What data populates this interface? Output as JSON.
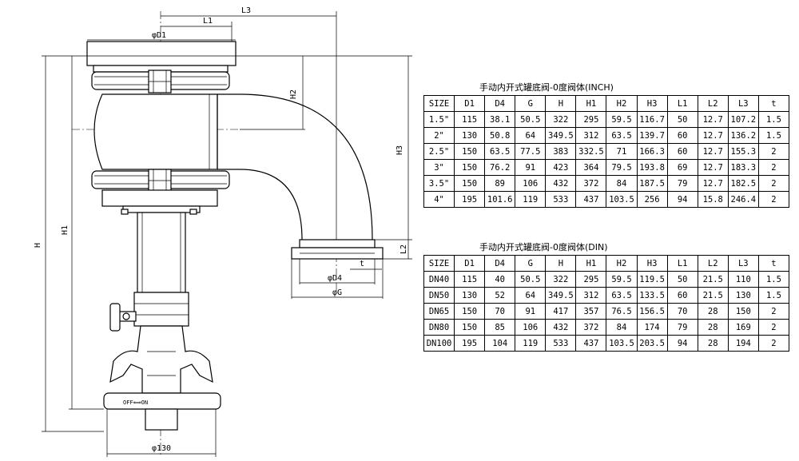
{
  "drawing": {
    "dims": {
      "L3": "L3",
      "L1": "L1",
      "D1": "φD1",
      "H2": "H2",
      "H3": "H3",
      "H": "H",
      "H1": "H1",
      "L2": "L2",
      "t": "t",
      "D4": "φD4",
      "G": "φG",
      "D130": "φ130"
    },
    "handwheel_marks": "OFF⟺ON"
  },
  "inch_table": {
    "title": "手动内开式罐底阀-0度阀体(INCH)",
    "headers": [
      "SIZE",
      "D1",
      "D4",
      "G",
      "H",
      "H1",
      "H2",
      "H3",
      "L1",
      "L2",
      "L3",
      "t"
    ],
    "rows": [
      [
        "1.5\"",
        "115",
        "38.1",
        "50.5",
        "322",
        "295",
        "59.5",
        "116.7",
        "50",
        "12.7",
        "107.2",
        "1.5"
      ],
      [
        "2\"",
        "130",
        "50.8",
        "64",
        "349.5",
        "312",
        "63.5",
        "139.7",
        "60",
        "12.7",
        "136.2",
        "1.5"
      ],
      [
        "2.5\"",
        "150",
        "63.5",
        "77.5",
        "383",
        "332.5",
        "71",
        "166.3",
        "60",
        "12.7",
        "155.3",
        "2"
      ],
      [
        "3\"",
        "150",
        "76.2",
        "91",
        "423",
        "364",
        "79.5",
        "193.8",
        "69",
        "12.7",
        "183.3",
        "2"
      ],
      [
        "3.5\"",
        "150",
        "89",
        "106",
        "432",
        "372",
        "84",
        "187.5",
        "79",
        "12.7",
        "182.5",
        "2"
      ],
      [
        "4\"",
        "195",
        "101.6",
        "119",
        "533",
        "437",
        "103.5",
        "256",
        "94",
        "15.8",
        "246.4",
        "2"
      ]
    ]
  },
  "din_table": {
    "title": "手动内开式罐底阀-0度阀体(DIN)",
    "headers": [
      "SIZE",
      "D1",
      "D4",
      "G",
      "H",
      "H1",
      "H2",
      "H3",
      "L1",
      "L2",
      "L3",
      "t"
    ],
    "rows": [
      [
        "DN40",
        "115",
        "40",
        "50.5",
        "322",
        "295",
        "59.5",
        "119.5",
        "50",
        "21.5",
        "110",
        "1.5"
      ],
      [
        "DN50",
        "130",
        "52",
        "64",
        "349.5",
        "312",
        "63.5",
        "133.5",
        "60",
        "21.5",
        "130",
        "1.5"
      ],
      [
        "DN65",
        "150",
        "70",
        "91",
        "417",
        "357",
        "76.5",
        "156.5",
        "70",
        "28",
        "150",
        "2"
      ],
      [
        "DN80",
        "150",
        "85",
        "106",
        "432",
        "372",
        "84",
        "174",
        "79",
        "28",
        "169",
        "2"
      ],
      [
        "DN100",
        "195",
        "104",
        "119",
        "533",
        "437",
        "103.5",
        "203.5",
        "94",
        "28",
        "194",
        "2"
      ]
    ]
  }
}
